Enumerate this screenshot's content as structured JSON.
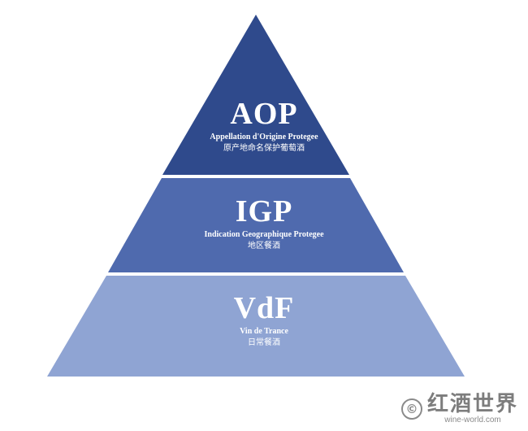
{
  "colors": {
    "tier_top": "#2f4a8c",
    "tier_middle": "#4f6aae",
    "tier_bottom": "#8fa4d3",
    "divider": "#ffffff",
    "text": "#ffffff",
    "watermark": "#8a8a8a"
  },
  "tiers": [
    {
      "code": "AOP",
      "name": "Appellation d'Origine Protegee",
      "name_zh": "原产地命名保护葡萄酒"
    },
    {
      "code": "IGP",
      "name": "Indication Geographique Protegee",
      "name_zh": "地区餐酒"
    },
    {
      "code": "VdF",
      "name": "Vin de Trance",
      "name_zh": "日常餐酒"
    }
  ],
  "watermark": {
    "symbol": "©",
    "brand": "红酒世界",
    "url": "wine-world.com"
  }
}
